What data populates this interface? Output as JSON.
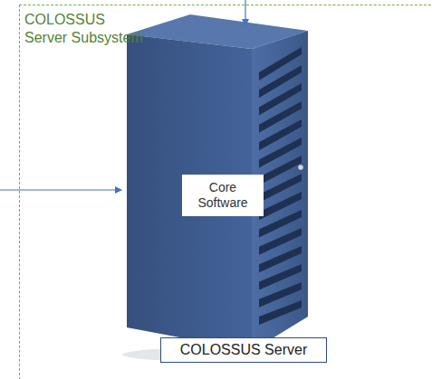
{
  "diagram": {
    "nodes": [
      {
        "text": [
          "COLOSSUS Server Subsystem"
        ]
      },
      {
        "text": [
          "Core Software"
        ],
        "in": 0
      },
      {
        "text": [
          "COLOSSUS Server"
        ],
        "in": 0
      }
    ]
  }
}
